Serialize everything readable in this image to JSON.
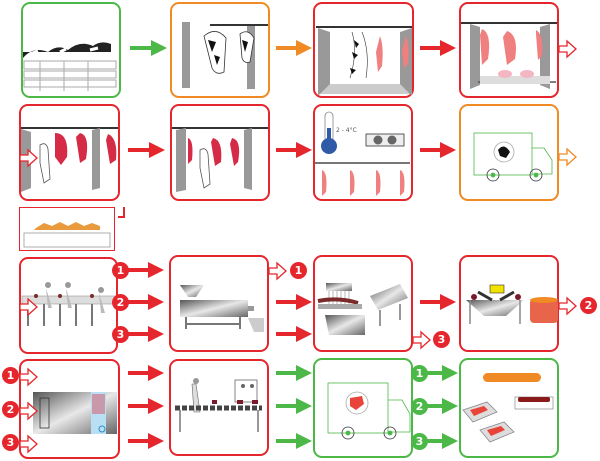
{
  "diagram": {
    "title": "Meat processing flow",
    "colors": {
      "red": "#e5262c",
      "green": "#4cb848",
      "orange": "#f08a24",
      "gray": "#a7a9ac",
      "meat": "#f08080",
      "carcass": "#d62b46"
    },
    "steps": [
      {
        "id": "livestock-holding",
        "icon": "cows-in-pen-icon",
        "border": "green"
      },
      {
        "id": "stunning",
        "icon": "hanging-cattle-icon",
        "border": "orange"
      },
      {
        "id": "bleeding-dehiding",
        "icon": "hide-removal-icon",
        "border": "red"
      },
      {
        "id": "evisceration",
        "icon": "carcass-offal-icon",
        "border": "red"
      },
      {
        "id": "carcass-splitting",
        "icon": "worker-carcass-icon",
        "border": "red"
      },
      {
        "id": "trimming",
        "icon": "worker-trimming-icon",
        "border": "red"
      },
      {
        "id": "chilling",
        "icon": "chiller-thermometer-icon",
        "border": "red",
        "label": "2 - 4°C"
      },
      {
        "id": "carcass-transport",
        "icon": "truck-cow-icon",
        "border": "orange"
      },
      {
        "id": "by-products",
        "icon": "offal-tray-icon",
        "border": "red"
      },
      {
        "id": "cutting-deboning",
        "icon": "deboning-line-icon",
        "border": "red"
      },
      {
        "id": "mincing",
        "icon": "meat-grinder-icon",
        "border": "red"
      },
      {
        "id": "tenderizing-tumbling",
        "icon": "tenderizer-tumbler-icon",
        "border": "red"
      },
      {
        "id": "mixing-filling",
        "icon": "mixer-kettle-icon",
        "border": "red"
      },
      {
        "id": "cold-storage",
        "icon": "cold-room-icon",
        "border": "red"
      },
      {
        "id": "packaging",
        "icon": "packaging-line-icon",
        "border": "red"
      },
      {
        "id": "distribution",
        "icon": "truck-steak-icon",
        "border": "green"
      },
      {
        "id": "retail-products",
        "icon": "packaged-meat-icon",
        "border": "green"
      }
    ],
    "badges": [
      "1",
      "2",
      "3"
    ]
  }
}
